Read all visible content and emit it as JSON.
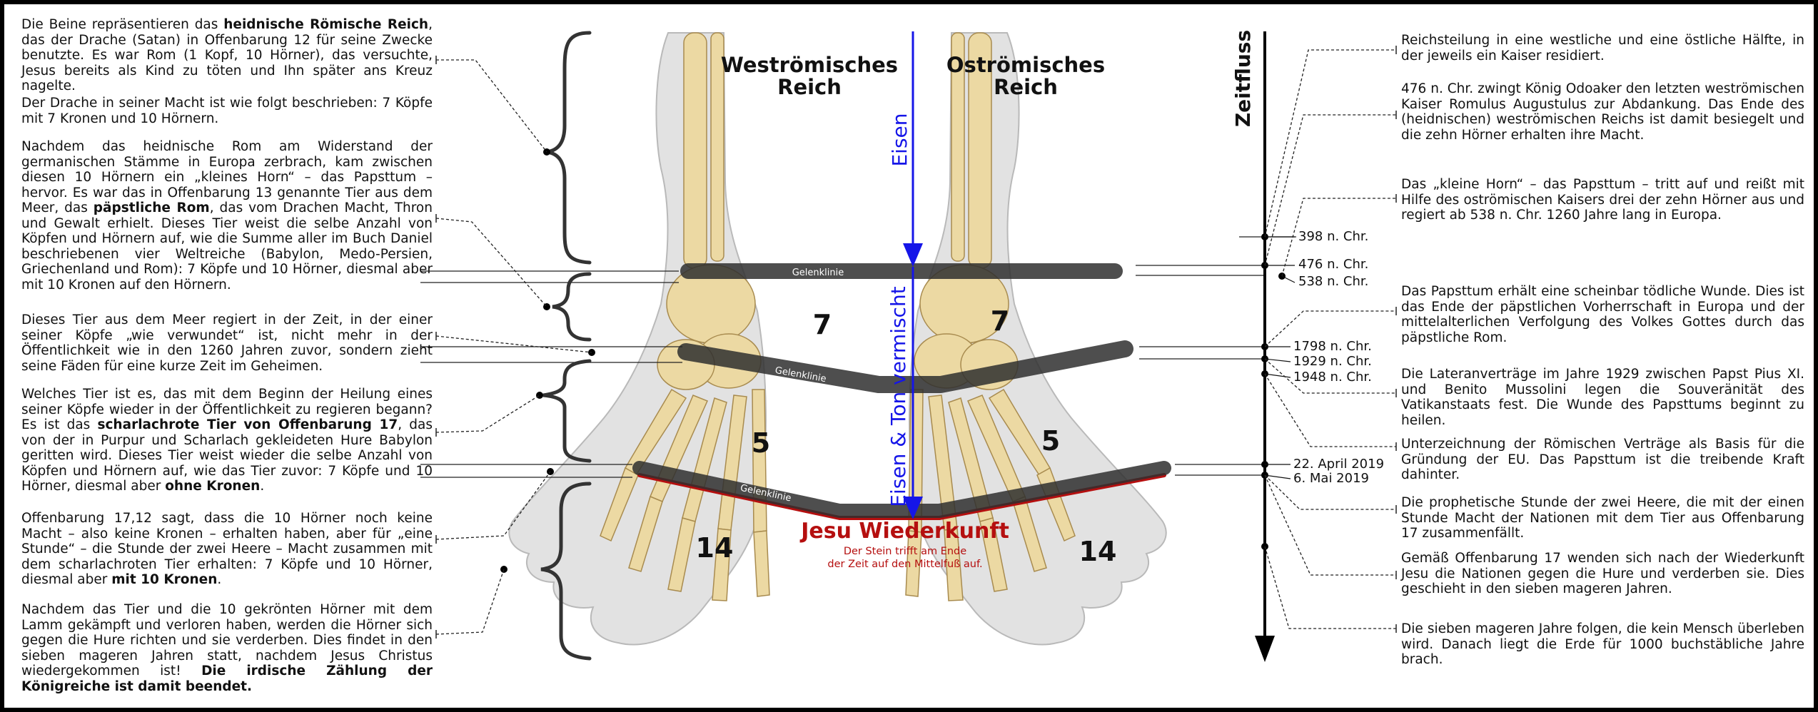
{
  "regions": {
    "west": [
      "Weströmisches",
      "Reich"
    ],
    "east": [
      "Oströmisches",
      "Reich"
    ]
  },
  "axis": {
    "label": "Zeitfluss"
  },
  "arrow": {
    "iron": "Eisen",
    "iron_clay": "Eisen & Ton vermischt"
  },
  "joints": {
    "upper": "Gelenklinie",
    "middle": "Gelenklinie",
    "lower": "Gelenklinie"
  },
  "counts": {
    "ankle_left": "7",
    "ankle_right": "7",
    "mid_left": "5",
    "mid_right": "5",
    "toes_left": "14",
    "toes_right": "14"
  },
  "return": {
    "title": "Jesu Wiederkunft",
    "line1": "Der Stein trifft am Ende",
    "line2": "der Zeit auf den Mittelfuß auf."
  },
  "timeline": {
    "d398": "398 n. Chr.",
    "d476": "476 n. Chr.",
    "d538": "538 n. Chr.",
    "d1798": "1798 n. Chr.",
    "d1929": "1929 n. Chr.",
    "d1948": "1948 n. Chr.",
    "d2019a": "22. April 2019",
    "d2019b": "6. Mai 2019"
  },
  "left_text": {
    "p1": [
      "Die Beine repräsentieren das ",
      "heidnische Römische Reich",
      ", das der Drache (Satan) in Offenbarung 12 für seine Zwecke benutzte. Es war Rom (1 Kopf, 10 Hörner), das versuchte, Jesus bereits als Kind zu töten und Ihn später ans Kreuz nagelte."
    ],
    "p1b": "Der Drache in seiner Macht ist wie folgt beschrieben: 7 Köpfe mit 7 Kronen und 10 Hörnern.",
    "p2": [
      "Nachdem das heidnische Rom am Widerstand der germanischen Stämme in Europa zerbrach, kam zwischen diesen 10 Hörnern ein „kleines Horn“ – das Papsttum – hervor. Es war das in Offenbarung 13 genannte Tier aus dem Meer, das ",
      "päpstliche Rom",
      ", das vom Drachen Macht, Thron und Gewalt erhielt. Dieses Tier weist die selbe Anzahl von Köpfen und Hörnern auf, wie die Summe aller im Buch Daniel beschriebenen vier Weltreiche (Babylon, Medo-Persien, Griechenland und Rom): 7 Köpfe und 10 Hörner, diesmal aber mit 10 Kronen auf den Hörnern."
    ],
    "p3": "Dieses Tier aus dem Meer regiert in der Zeit, in der einer seiner Köpfe „wie verwundet“ ist, nicht mehr in der Öffentlichkeit wie in den 1260 Jahren zuvor, sondern zieht seine Fäden für eine kurze Zeit im Geheimen.",
    "p4": [
      "Welches Tier ist es, das mit dem Beginn der Heilung eines seiner Köpfe wieder in der Öffentlichkeit zu regieren begann? Es ist das ",
      "scharlachrote Tier von Offenbarung 17",
      ", das von der in Purpur und Scharlach gekleideten Hure Babylon geritten wird. Dieses Tier weist wieder die selbe Anzahl von Köpfen und Hörnern auf, wie das Tier zuvor: 7 Köpfe und 10 Hörner, diesmal aber ",
      "ohne Kronen",
      "."
    ],
    "p5": [
      "Offenbarung 17,12 sagt, dass die 10 Hörner noch keine Macht – also keine Kronen – erhalten haben, aber für „eine Stunde“ – die Stunde der zwei Heere – Macht zusammen mit dem scharlachroten Tier erhalten: 7 Köpfe und 10 Hörner, diesmal aber ",
      "mit 10 Kronen",
      "."
    ],
    "p6": [
      "Nachdem das Tier und die 10 gekrönten Hörner mit dem Lamm gekämpft und verloren haben, werden die Hörner sich gegen die Hure richten und sie verderben. Dies findet in den sieben mageren Jahren statt, nachdem Jesus Christus wiedergekommen ist! ",
      "Die irdische Zählung der Königreiche ist damit beendet."
    ]
  },
  "right_text": {
    "r1": "Reichsteilung in eine westliche und eine östliche Hälfte, in der jeweils ein Kaiser residiert.",
    "r2": "476 n. Chr. zwingt König Odoaker den letzten weströmischen Kaiser Romulus Augustulus zur Abdankung. Das Ende des (heidnischen) weströmischen Reichs ist damit besiegelt und die zehn Hörner erhalten ihre Macht.",
    "r3": "Das „kleine Horn“ – das Papsttum – tritt auf und reißt mit Hilfe des oströmischen Kaisers drei der zehn Hörner aus und regiert ab 538 n. Chr. 1260 Jahre lang in Europa.",
    "r4": "Das Papsttum erhält eine scheinbar tödliche Wunde. Dies ist das Ende der päpstlichen Vorherrschaft in Europa und der mittelalterlichen Verfolgung des Volkes Gottes durch das päpstliche Rom.",
    "r5": "Die Lateranverträge im Jahre 1929 zwischen Papst Pius XI. und Benito Mussolini legen die Souveränität des Vatikanstaats fest. Die Wunde des Papsttums beginnt zu heilen.",
    "r6": "Unterzeichnung der Römischen Verträge als Basis für die Gründung der EU. Das Papsttum ist die treibende Kraft dahinter.",
    "r7": "Die prophetische Stunde der zwei Heere, die mit der einen Stunde Macht der Nationen mit dem Tier aus Offenbarung 17 zusammenfällt.",
    "r8": "Gemäß Offenbarung 17 wenden sich nach der Wiederkunft Jesu die Nationen gegen die Hure und verderben sie. Dies geschieht in den sieben mageren Jahren.",
    "r9": "Die sieben mageren Jahre folgen, die kein Mensch überleben wird. Danach liegt die Erde für 1000 buchstäbliche Jahre brach."
  },
  "colors": {
    "iron_arrow": "#1515e8",
    "return_red": "#b50f0f",
    "joint_band": "#3a3a3a",
    "bone": "#ecd9a3",
    "axis": "#000000"
  }
}
